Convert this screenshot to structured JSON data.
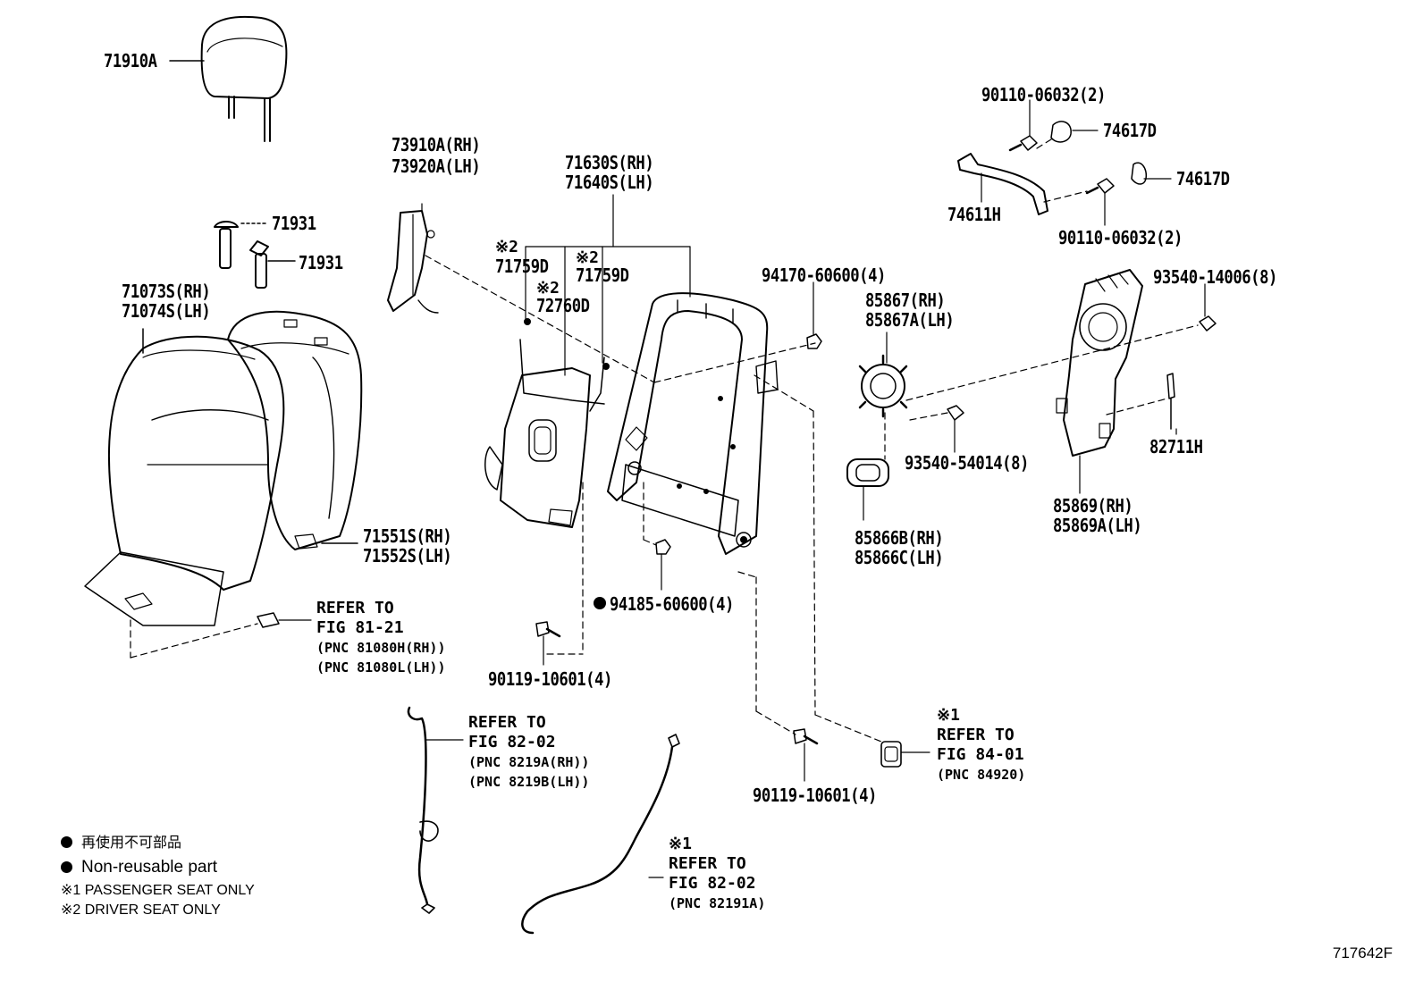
{
  "labels": {
    "headrest": "71910A",
    "side_cover_rh": "73910A(RH)",
    "side_cover_lh": "73920A(LH)",
    "support_1": "71931",
    "support_2": "71931",
    "cover_rh": "71073S(RH)",
    "cover_lh": "71074S(LH)",
    "pad_rh": "71551S(RH)",
    "pad_lh": "71552S(LH)",
    "frame_rh": "71630S(RH)",
    "frame_lh": "71640S(LH)",
    "note2_a": "※2",
    "spring_a": "71759D",
    "note2_b": "※2",
    "spring_b": "71759D",
    "note2_c": "※2",
    "lumbar": "72760D",
    "nut_94170": "94170-60600(4)",
    "knob_rh": "85867(RH)",
    "knob_lh": "85867A(LH)",
    "screw_93540_a": "93540-54014(8)",
    "bezel_rh": "85866B(RH)",
    "bezel_lh": "85866C(LH)",
    "screw_93540_b": "93540-14006(8)",
    "clip": "82711H",
    "board_rh": "85869(RH)",
    "board_lh": "85869A(LH)",
    "bolt_top": "90110-06032(2)",
    "cap_1": "74617D",
    "cap_2": "74617D",
    "grip": "74611H",
    "bolt_bottom": "90110-06032(2)",
    "nut_94185": "94185-60600(4)",
    "bolt_90119_a": "90119-10601(4)",
    "bolt_90119_b": "90119-10601(4)"
  },
  "refs": {
    "r1_refer": "REFER TO",
    "r1_fig": "FIG 81-21",
    "r1_pnc_rh": "(PNC 81080H(RH))",
    "r1_pnc_lh": "(PNC 81080L(LH))",
    "r2_note": "※1",
    "r2_refer": "REFER TO",
    "r2_fig": "FIG 84-01",
    "r2_pnc": "(PNC 84920)",
    "r3_refer": "REFER TO",
    "r3_fig": "FIG 82-02",
    "r3_pnc_rh": "(PNC 8219A(RH))",
    "r3_pnc_lh": "(PNC 8219B(LH))",
    "r4_note": "※1",
    "r4_refer": "REFER TO",
    "r4_fig": "FIG 82-02",
    "r4_pnc": "(PNC 82191A)"
  },
  "legend": {
    "jp": "再使用不可部品",
    "en": "Non-reusable part",
    "note1": "※1 PASSENGER SEAT ONLY",
    "note2": "※2 DRIVER SEAT ONLY"
  },
  "diagram_id": "717642F"
}
